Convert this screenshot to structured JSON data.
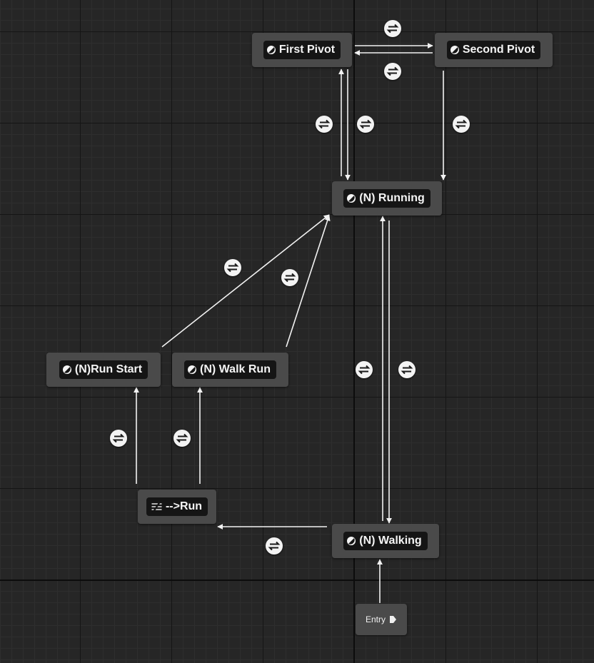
{
  "window": {
    "title": ""
  },
  "colors": {
    "background": "#262626",
    "node_body": "#4a4a4a",
    "node_label_bg": "#151515",
    "wire": "#f2f2f2",
    "transition_icon": "#f3f3f3"
  },
  "states": {
    "first_pivot": {
      "label": "First Pivot",
      "icon": "state-icon"
    },
    "second_pivot": {
      "label": "Second Pivot",
      "icon": "state-icon"
    },
    "running": {
      "label": "(N) Running",
      "icon": "state-icon"
    },
    "run_start": {
      "label": "(N)Run Start",
      "icon": "state-icon"
    },
    "walk_run": {
      "label": "(N) Walk Run",
      "icon": "state-icon"
    },
    "to_run": {
      "label": "-->Run",
      "icon": "conduit-icon"
    },
    "walking": {
      "label": "(N) Walking",
      "icon": "state-icon"
    }
  },
  "entry": {
    "label": "Entry",
    "icon": "entry-arrow-icon"
  },
  "transitions": [
    {
      "from": "first_pivot",
      "to": "second_pivot",
      "icon": "transition-rule-icon"
    },
    {
      "from": "second_pivot",
      "to": "first_pivot",
      "icon": "transition-rule-icon"
    },
    {
      "from": "running",
      "to": "first_pivot",
      "icon": "transition-rule-icon"
    },
    {
      "from": "first_pivot",
      "to": "running",
      "icon": "transition-rule-icon"
    },
    {
      "from": "second_pivot",
      "to": "running",
      "icon": "transition-rule-icon"
    },
    {
      "from": "run_start",
      "to": "running",
      "icon": "transition-rule-icon"
    },
    {
      "from": "walk_run",
      "to": "running",
      "icon": "transition-rule-icon"
    },
    {
      "from": "walking",
      "to": "running",
      "icon": "transition-rule-icon"
    },
    {
      "from": "running",
      "to": "walking",
      "icon": "transition-rule-icon"
    },
    {
      "from": "to_run",
      "to": "run_start",
      "icon": "transition-rule-icon"
    },
    {
      "from": "to_run",
      "to": "walk_run",
      "icon": "transition-rule-icon"
    },
    {
      "from": "walking",
      "to": "to_run",
      "icon": "transition-rule-icon"
    },
    {
      "from": "entry",
      "to": "walking",
      "icon": "entry-link"
    }
  ]
}
